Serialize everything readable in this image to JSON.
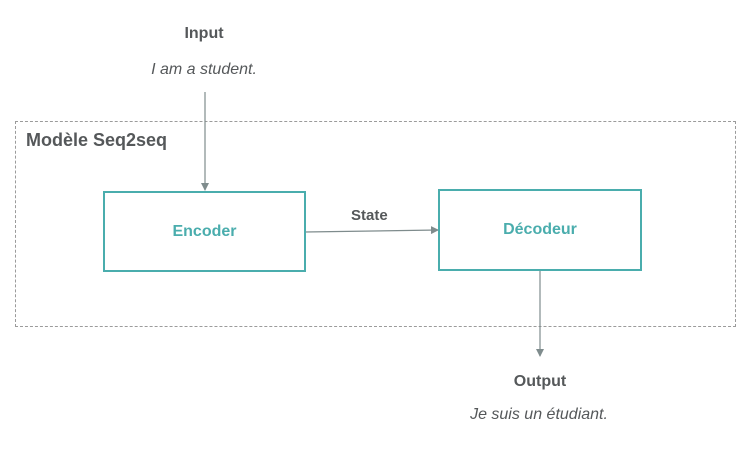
{
  "input": {
    "title": "Input",
    "example": "I am a student."
  },
  "model": {
    "title": "Modèle Seq2seq",
    "encoder_label": "Encoder",
    "decoder_label": "Décodeur",
    "state_label": "State"
  },
  "output": {
    "title": "Output",
    "example": "Je suis un étudiant."
  },
  "colors": {
    "accent": "#4aadad",
    "text": "#55585a",
    "arrow": "#7f8c8d",
    "frame_border": "#9b9b9b"
  }
}
